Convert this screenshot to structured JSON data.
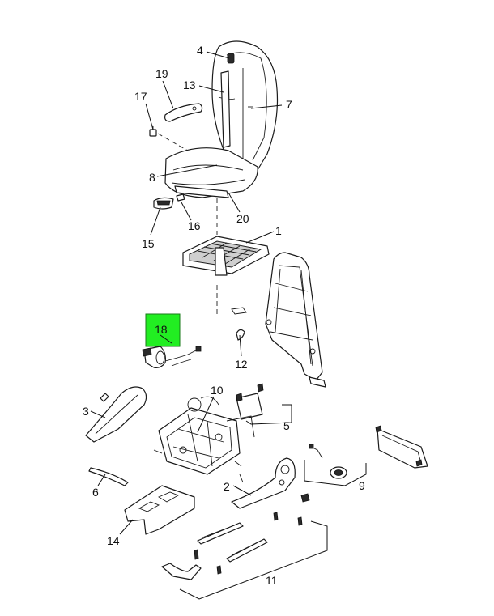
{
  "highlight_color": "#22ee22",
  "callouts": {
    "c1": "1",
    "c2": "2",
    "c3": "3",
    "c4": "4",
    "c5": "5",
    "c6": "6",
    "c7": "7",
    "c8": "8",
    "c9": "9",
    "c10": "10",
    "c11": "11",
    "c12": "12",
    "c13": "13",
    "c14": "14",
    "c15": "15",
    "c16": "16",
    "c17": "17",
    "c18": "18",
    "c19": "19",
    "c20": "20"
  }
}
